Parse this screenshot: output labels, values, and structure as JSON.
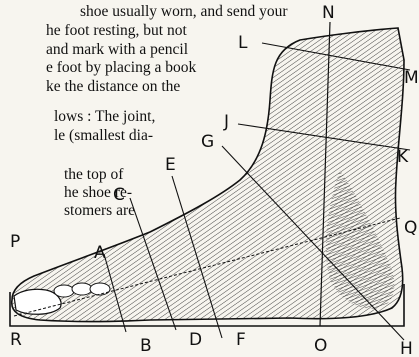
{
  "text_lines": [
    "shoe usually worn, and send your",
    "he foot resting, but not",
    "and mark with a pencil",
    "e foot by placing a book",
    "ke the distance on the",
    "lows : The joint,",
    "le (smallest dia-",
    "the top of",
    "he shoe re-",
    "stomers are"
  ],
  "labels": [
    "N",
    "L",
    "M",
    "J",
    "G",
    "K",
    "E",
    "C",
    "A",
    "P",
    "Q",
    "R",
    "B",
    "D",
    "F",
    "O",
    "H"
  ],
  "figure_name": "foot measurement diagram"
}
